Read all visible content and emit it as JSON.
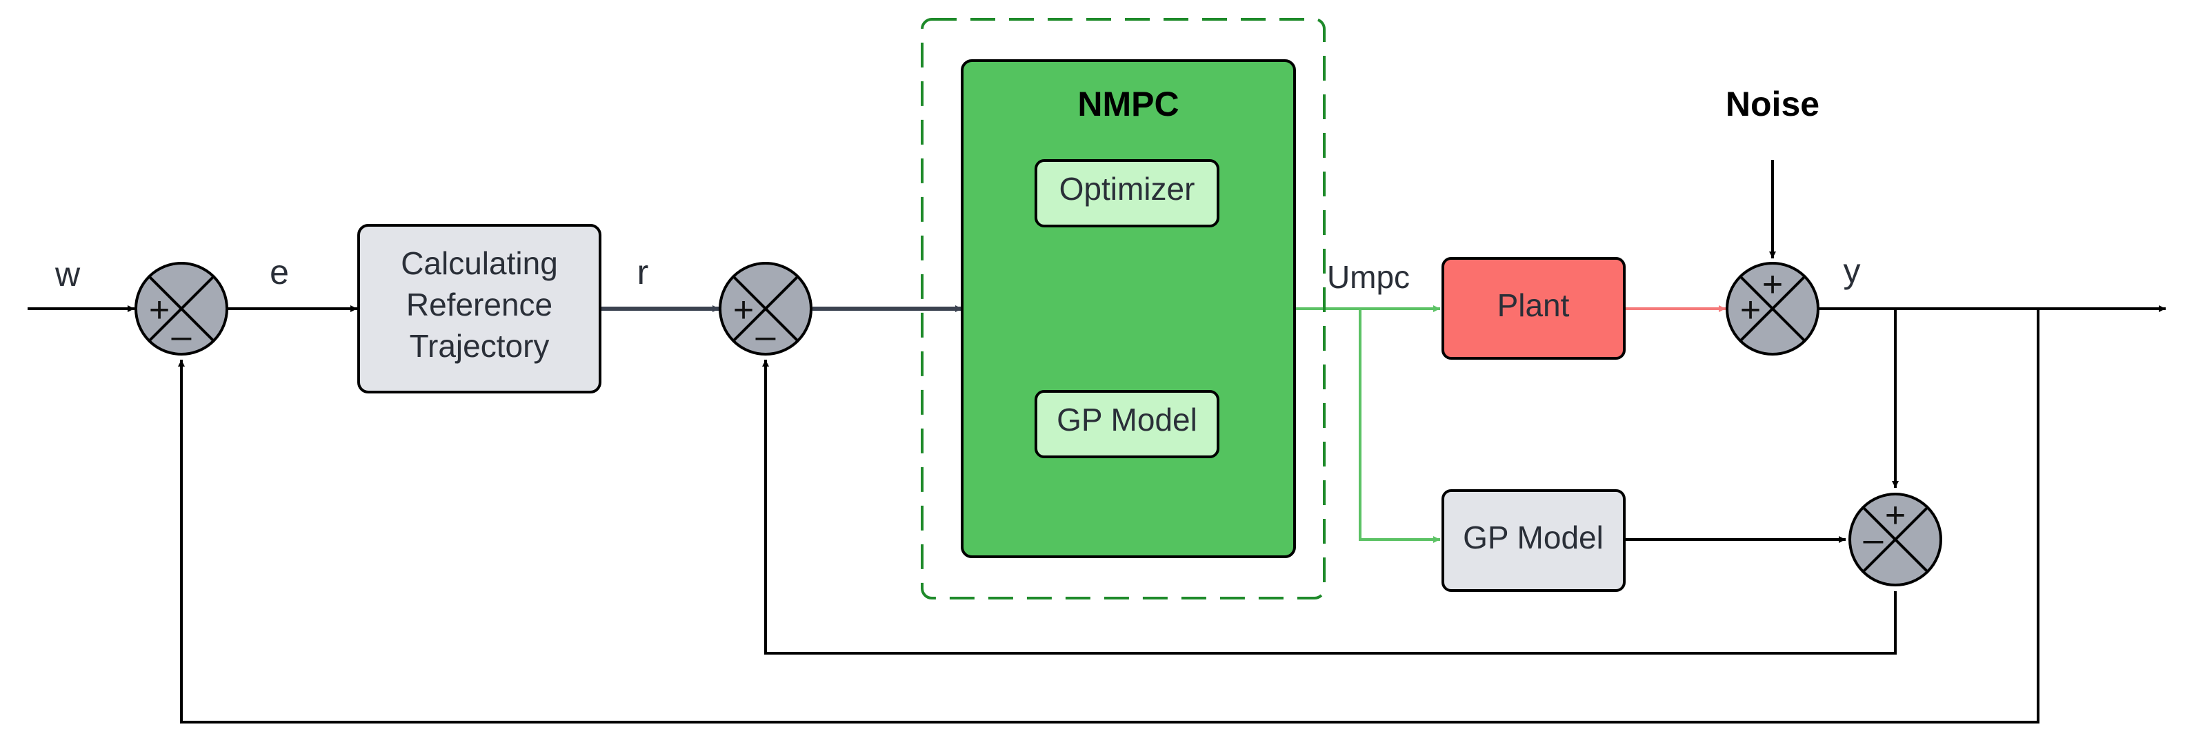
{
  "signals": {
    "w": "w",
    "e": "e",
    "r": "r",
    "umpc": "Umpc",
    "y": "y"
  },
  "blocks": {
    "reference_lines": [
      "Calculating",
      "Reference",
      "Trajectory"
    ],
    "nmpc_title": "NMPC",
    "optimizer": "Optimizer",
    "gp_model_inner": "GP Model",
    "plant": "Plant",
    "gp_model_outer": "GP Model",
    "noise": "Noise"
  },
  "sum_signs": {
    "plus": "+",
    "minus": "–"
  },
  "colors": {
    "summer_fill": "#a5aab4",
    "box_gray": "#e2e4e9",
    "nmpc_green": "#54c35f",
    "inner_green": "#c6f5c7",
    "plant_red": "#fb706d",
    "dashed_green": "#1e8a2a",
    "line_black": "#000000",
    "line_dark": "#3b4250",
    "line_green": "#5cc265",
    "line_red": "#f57a7a"
  }
}
